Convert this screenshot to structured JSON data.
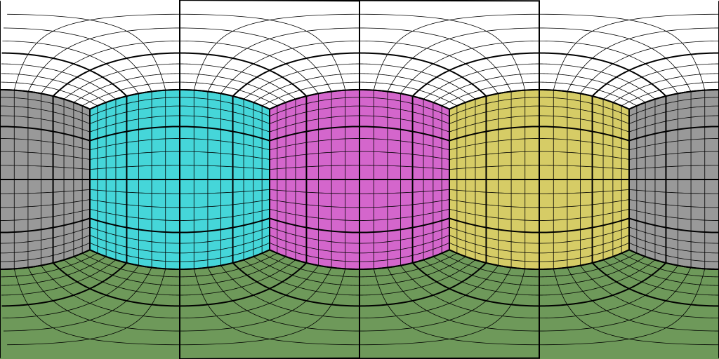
{
  "panorama": {
    "projection": "equirectangular",
    "grid_divisions_per_face": 16,
    "major_divisions_per_face": 4,
    "faces": {
      "top": {
        "color": "#ffffff"
      },
      "bottom": {
        "color": "#6e995a"
      },
      "side_grey": {
        "color": "#999999"
      },
      "side_cyan": {
        "color": "#45d6d9"
      },
      "side_magenta": {
        "color": "#d466cc"
      },
      "side_yellow": {
        "color": "#d6cc66"
      }
    },
    "side_order": [
      "side_cyan",
      "side_magenta",
      "side_yellow",
      "side_grey"
    ],
    "line_color": "#000000"
  }
}
